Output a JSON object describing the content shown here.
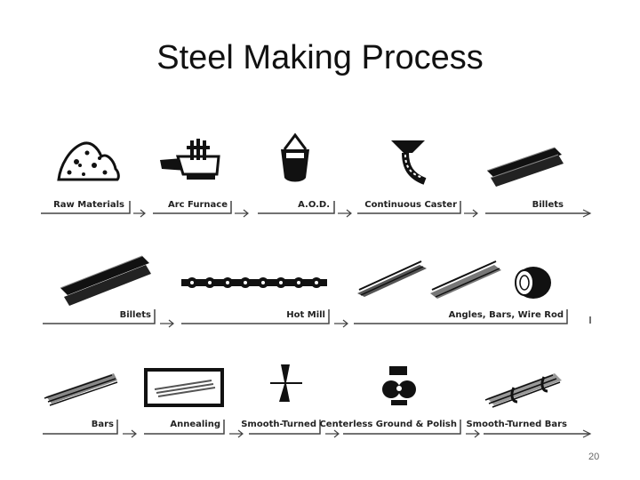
{
  "slide": {
    "title": "Steel Making Process",
    "page_number": "20"
  },
  "process": {
    "row1": [
      "Raw Materials",
      "Arc Furnace",
      "A.O.D.",
      "Continuous Caster",
      "Billets"
    ],
    "row2": [
      "Billets",
      "Hot Mill",
      "Angles, Bars, Wire Rod"
    ],
    "row3": [
      "Bars",
      "Annealing",
      "Smooth-Turned",
      "Centerless Ground & Polish",
      "Smooth-Turned Bars"
    ]
  },
  "icons": {
    "row1": [
      "raw-materials-pile-icon",
      "arc-furnace-icon",
      "aod-vessel-icon",
      "continuous-caster-icon",
      "billets-stack-icon"
    ],
    "row2": [
      "billets-stack-icon",
      "hot-mill-rollers-icon",
      "angles-bars-icon",
      "wire-rod-coil-icon"
    ],
    "row3": [
      "bars-bundle-icon",
      "annealing-furnace-icon",
      "smooth-turning-tool-icon",
      "centerless-grinder-icon",
      "smooth-turned-bars-icon"
    ]
  }
}
